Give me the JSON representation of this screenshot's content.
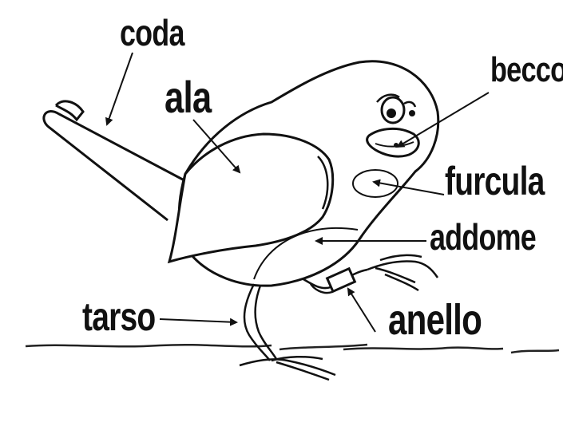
{
  "diagram": {
    "labels": {
      "coda": "coda",
      "ala": "ala",
      "becco": "becco",
      "furcula": "furcula",
      "addome": "addome",
      "tarso": "tarso",
      "anello": "anello"
    },
    "colors": {
      "ink": "#111111",
      "background": "#ffffff"
    }
  }
}
